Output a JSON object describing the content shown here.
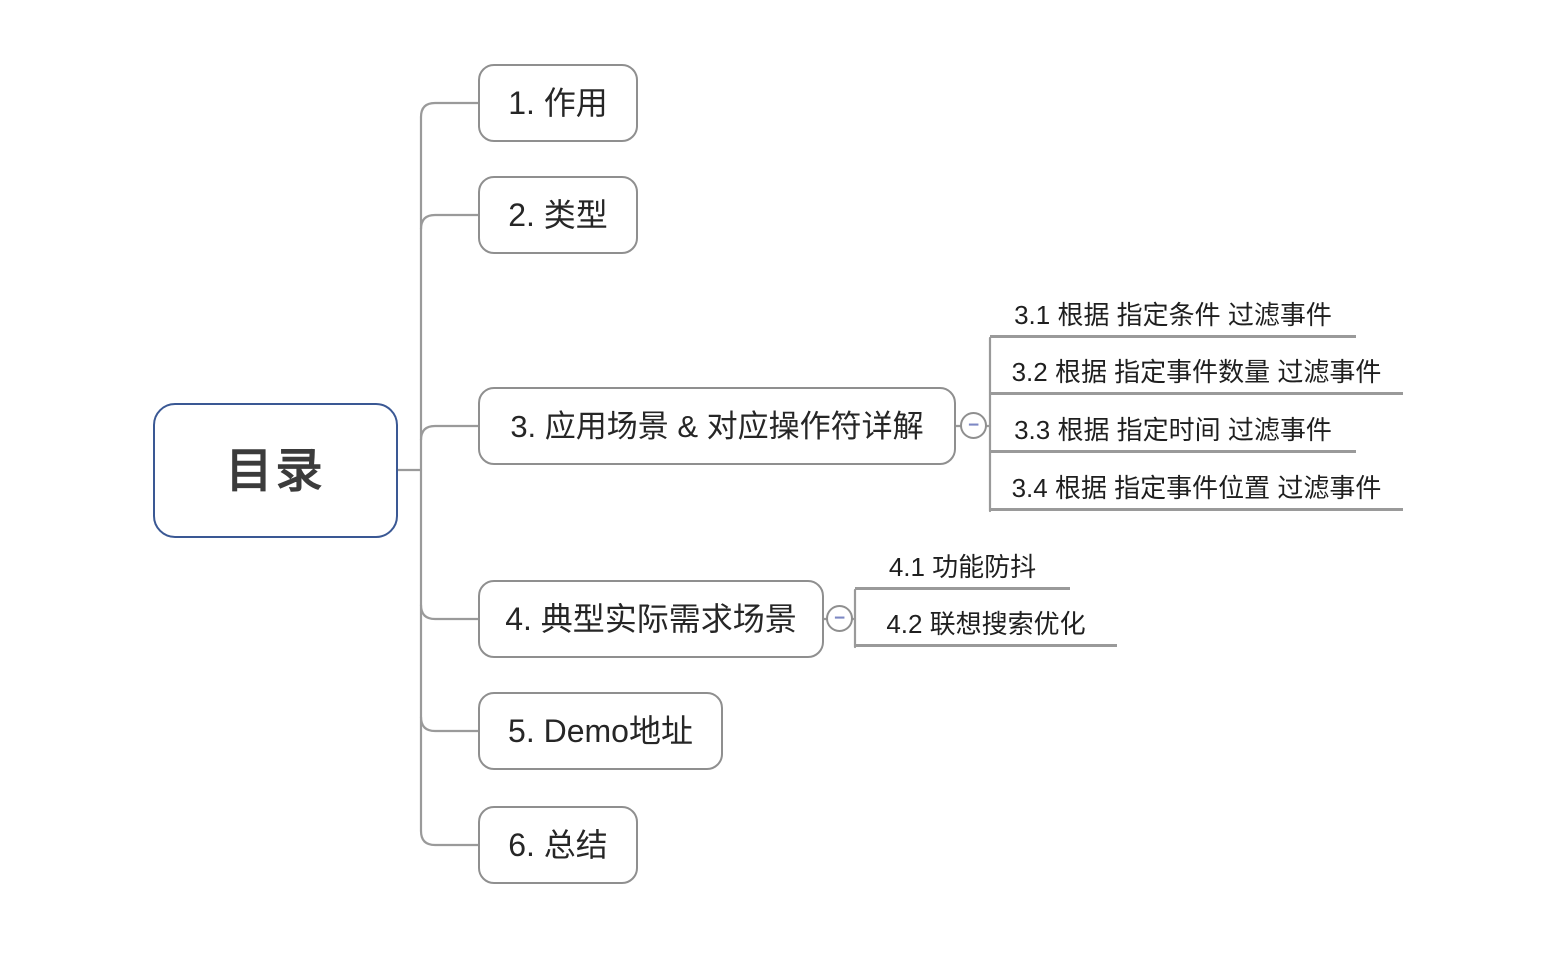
{
  "colors": {
    "background": "#ffffff",
    "root_border": "#3a5894",
    "topic_border": "#8f8f8f",
    "connector": "#9a9a9a",
    "topic_text": "#262626",
    "collapse_minus": "#7d88c4"
  },
  "mindmap": {
    "root": {
      "label": "目录"
    },
    "topics": [
      {
        "label": "1. 作用"
      },
      {
        "label": "2. 类型"
      },
      {
        "label": "3. 应用场景 & 对应操作符详解",
        "collapse_glyph": "−",
        "children": [
          {
            "label": "3.1 根据 指定条件 过滤事件"
          },
          {
            "label": "3.2 根据 指定事件数量 过滤事件"
          },
          {
            "label": "3.3 根据 指定时间 过滤事件"
          },
          {
            "label": "3.4 根据 指定事件位置 过滤事件"
          }
        ]
      },
      {
        "label": "4. 典型实际需求场景",
        "collapse_glyph": "−",
        "children": [
          {
            "label": "4.1 功能防抖"
          },
          {
            "label": "4.2 联想搜索优化"
          }
        ]
      },
      {
        "label": "5. Demo地址"
      },
      {
        "label": "6. 总结"
      }
    ]
  }
}
